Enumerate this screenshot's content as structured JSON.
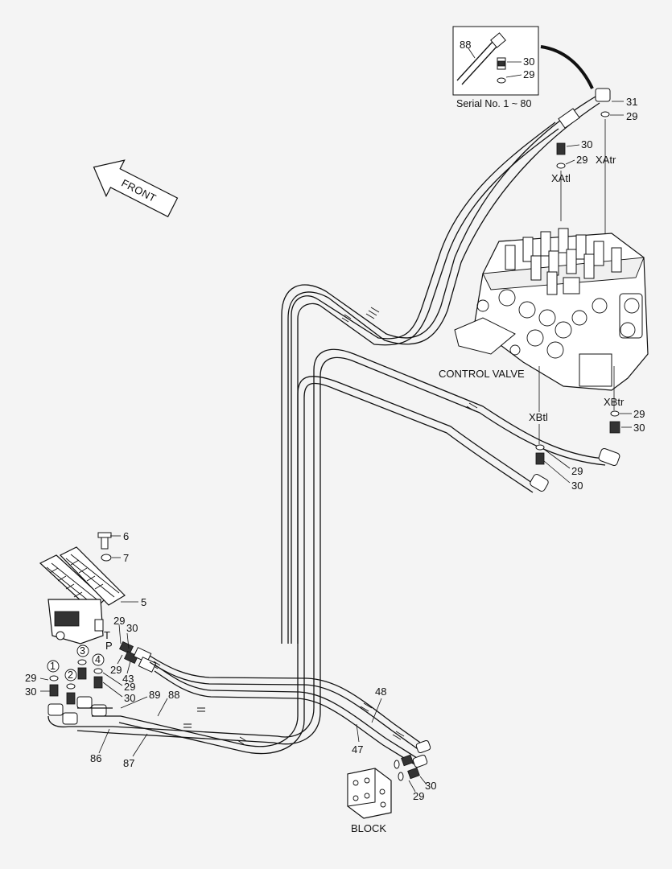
{
  "labels": {
    "front_arrow": "FRONT",
    "serial_note": "Serial No. 1 ~ 80",
    "control_valve": "CONTROL VALVE",
    "block": "BLOCK",
    "port_xatl": "XAtl",
    "port_xatr": "XAtr",
    "port_xbtl": "XBtl",
    "port_xbtr": "XBtr",
    "port_t": "T",
    "port_p": "P"
  },
  "circled": [
    "1",
    "2",
    "3",
    "4"
  ],
  "callouts": {
    "inset_88": "88",
    "inset_30": "30",
    "inset_29": "29",
    "xatr_31": "31",
    "xatr_29": "29",
    "xatl_30": "30",
    "xatl_29": "29",
    "xbtr_29": "29",
    "xbtr_30": "30",
    "xbtl_29": "29",
    "xbtl_30": "30",
    "bolt_6": "6",
    "washer_7": "7",
    "pedal_5": "5",
    "tp_29a": "29",
    "tp_30a": "30",
    "tp_29b": "29",
    "tp_43": "43",
    "c4_29": "29",
    "c3_30": "30",
    "c1_29": "29",
    "c1_30": "30",
    "hose_89": "89",
    "hose_88": "88",
    "hose_86": "86",
    "hose_87": "87",
    "hose_48": "48",
    "hose_47": "47",
    "block_30": "30",
    "block_29": "29"
  }
}
